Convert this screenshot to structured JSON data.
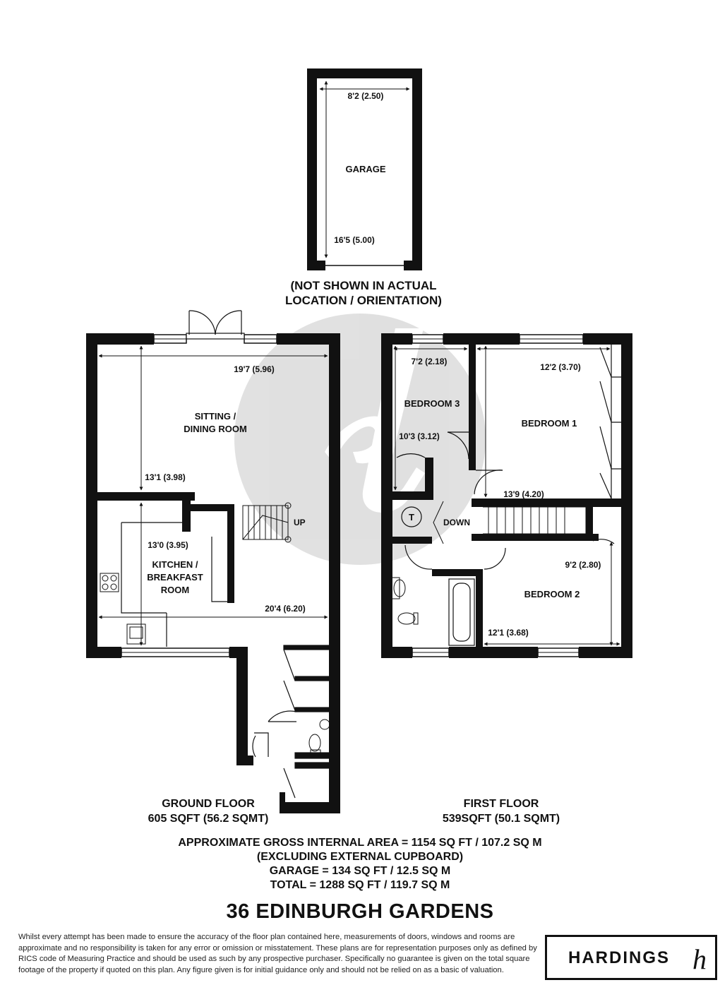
{
  "garage": {
    "label": "GARAGE",
    "width_dim": "8'2 (2.50)",
    "length_dim": "16'5 (5.00)",
    "note_line1": "(NOT SHOWN IN ACTUAL",
    "note_line2": "LOCATION / ORIENTATION)"
  },
  "ground_floor": {
    "sitting_line1": "SITTING /",
    "sitting_line2": "DINING ROOM",
    "sitting_width": "19'7 (5.96)",
    "sitting_length": "13'1 (3.98)",
    "kitchen_line1": "KITCHEN /",
    "kitchen_line2": "BREAKFAST",
    "kitchen_line3": "ROOM",
    "kitchen_width": "13'0 (3.95)",
    "kitchen_length": "20'4 (6.20)",
    "stairs_label": "UP",
    "title": "GROUND FLOOR",
    "area": "605 SQFT (56.2 SQMT)"
  },
  "first_floor": {
    "bedroom3": "BEDROOM 3",
    "bedroom3_width": "7'2 (2.18)",
    "bedroom3_length": "10'3 (3.12)",
    "bedroom1": "BEDROOM 1",
    "bedroom1_width": "12'2 (3.70)",
    "bedroom1_length": "13'9 (4.20)",
    "bedroom2": "BEDROOM 2",
    "bedroom2_width": "9'2 (2.80)",
    "bedroom2_length": "12'1 (3.68)",
    "tank_label": "T",
    "stairs_label": "DOWN",
    "title": "FIRST FLOOR",
    "area": "539SQFT (50.1 SQMT)"
  },
  "summary": {
    "gross_area": "APPROXIMATE GROSS INTERNAL AREA = 1154 SQ FT / 107.2 SQ M",
    "excluding": "(EXCLUDING EXTERNAL CUPBOARD)",
    "garage_area": "GARAGE = 134 SQ FT / 12.5 SQ M",
    "total": "TOTAL = 1288 SQ FT / 119.7 SQ M"
  },
  "address": "36 EDINBURGH GARDENS",
  "disclaimer": "Whilst every attempt has been made to ensure the accuracy of the floor plan contained here, measurements of doors, windows and rooms are approximate and no responsibility is taken for any error or omission or misstatement. These plans are for representation purposes only as defined by RICS code of Measuring Practice and should be used as such by any prospective purchaser. Specifically no guarantee is given on the total square footage of the property if quoted on this plan. Any figure given is for initial guidance only and should not be relied on as a basic of valuation.",
  "brand": {
    "name": "HARDINGS",
    "mark": "h"
  },
  "colors": {
    "wall": "#111111",
    "watermark": "#c8c8c8"
  }
}
